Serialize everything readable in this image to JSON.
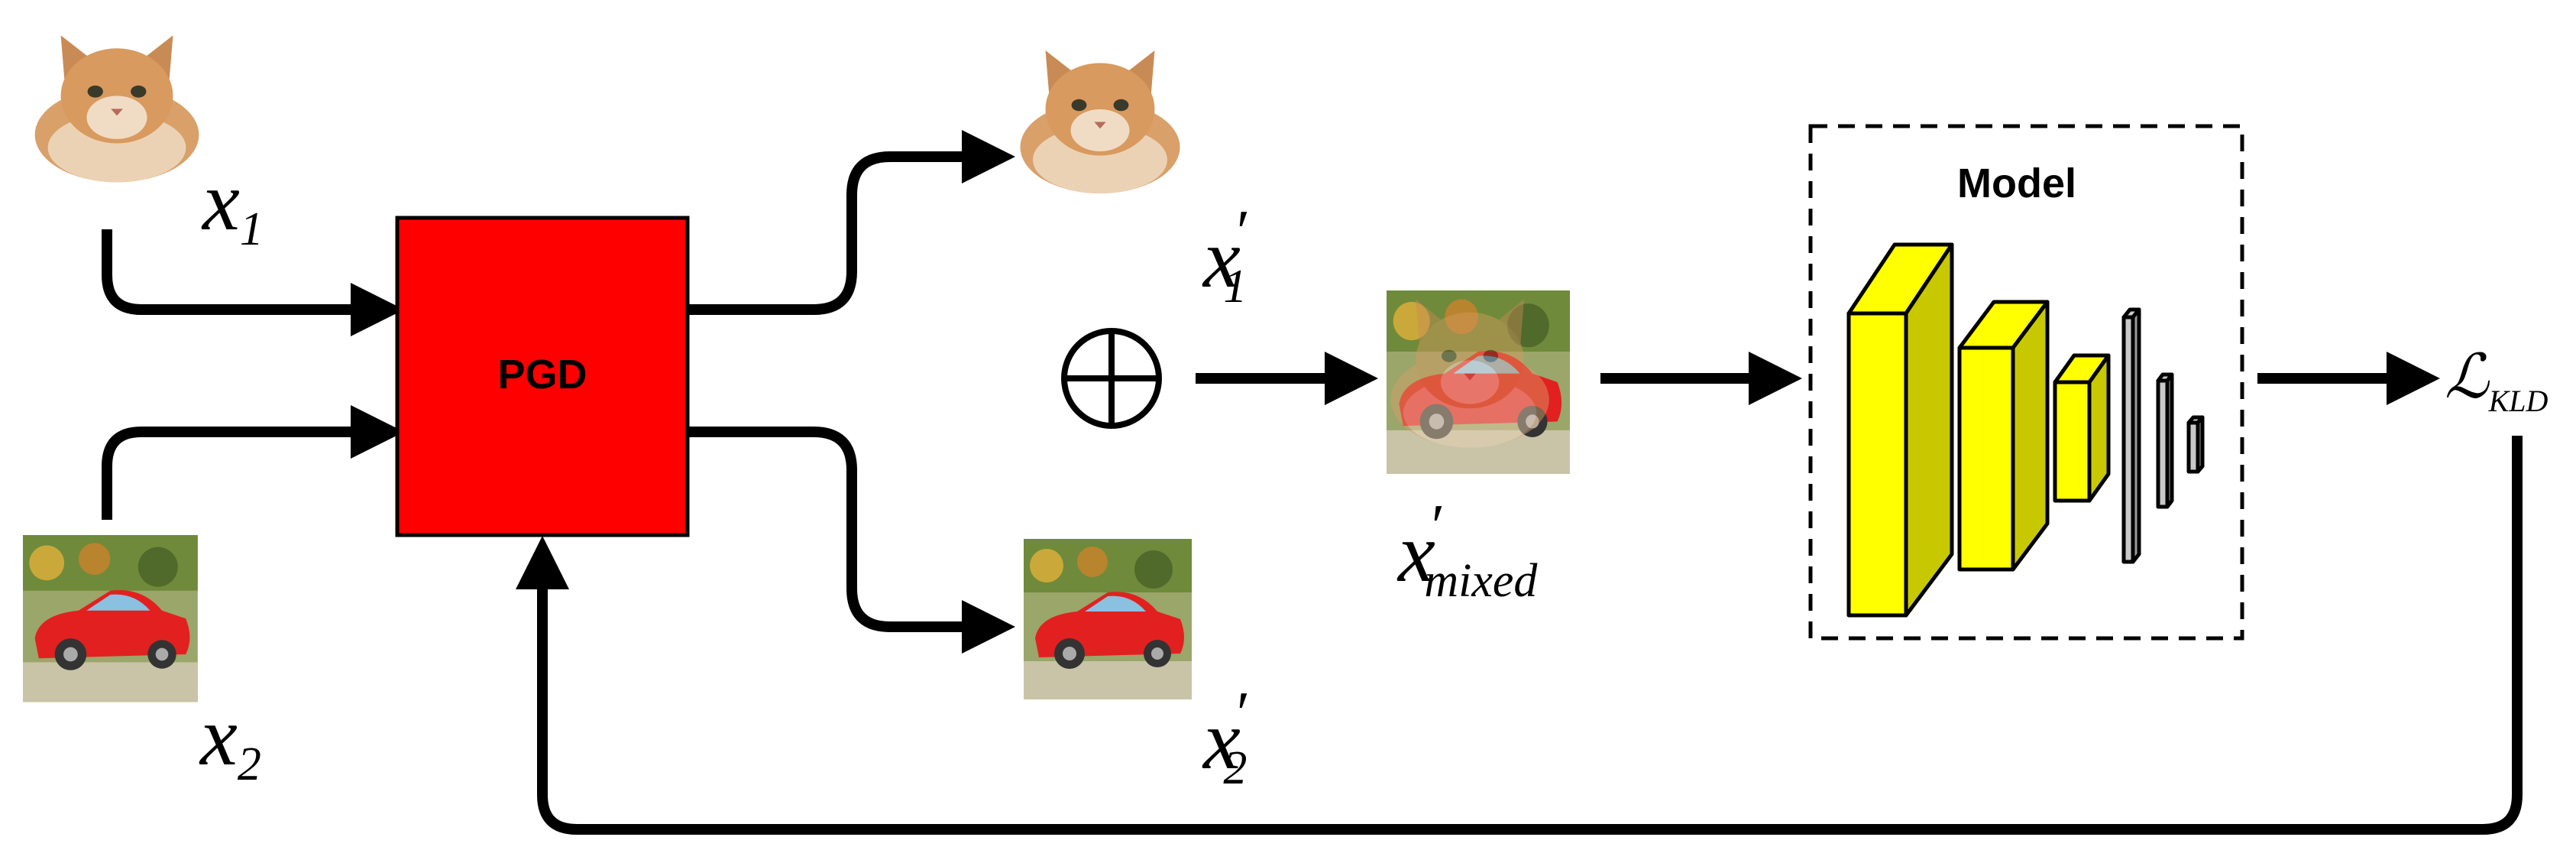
{
  "diagram": {
    "pgd_label": "PGD",
    "model_label": "Model",
    "labels": {
      "x1": "x",
      "x1_sub": "1",
      "x2": "x",
      "x2_sub": "2",
      "x1_adv": "x",
      "x1_adv_sub": "1",
      "x2_adv": "x",
      "x2_adv_sub": "2",
      "prime": "′",
      "mixed": "x",
      "mixed_sub": "mixed",
      "loss": "ℒ",
      "loss_sub": "KLD"
    },
    "mix_operator": "⊕",
    "colors": {
      "pgd_box": "#ff0000",
      "layer_yellow": "#ffff00",
      "layer_side": "#c8c800",
      "layer_gray": "#c8c8c8",
      "arrow": "#000000"
    },
    "images": {
      "cat": "cat-image",
      "car": "car-image",
      "mixed": "mixed-image"
    }
  }
}
